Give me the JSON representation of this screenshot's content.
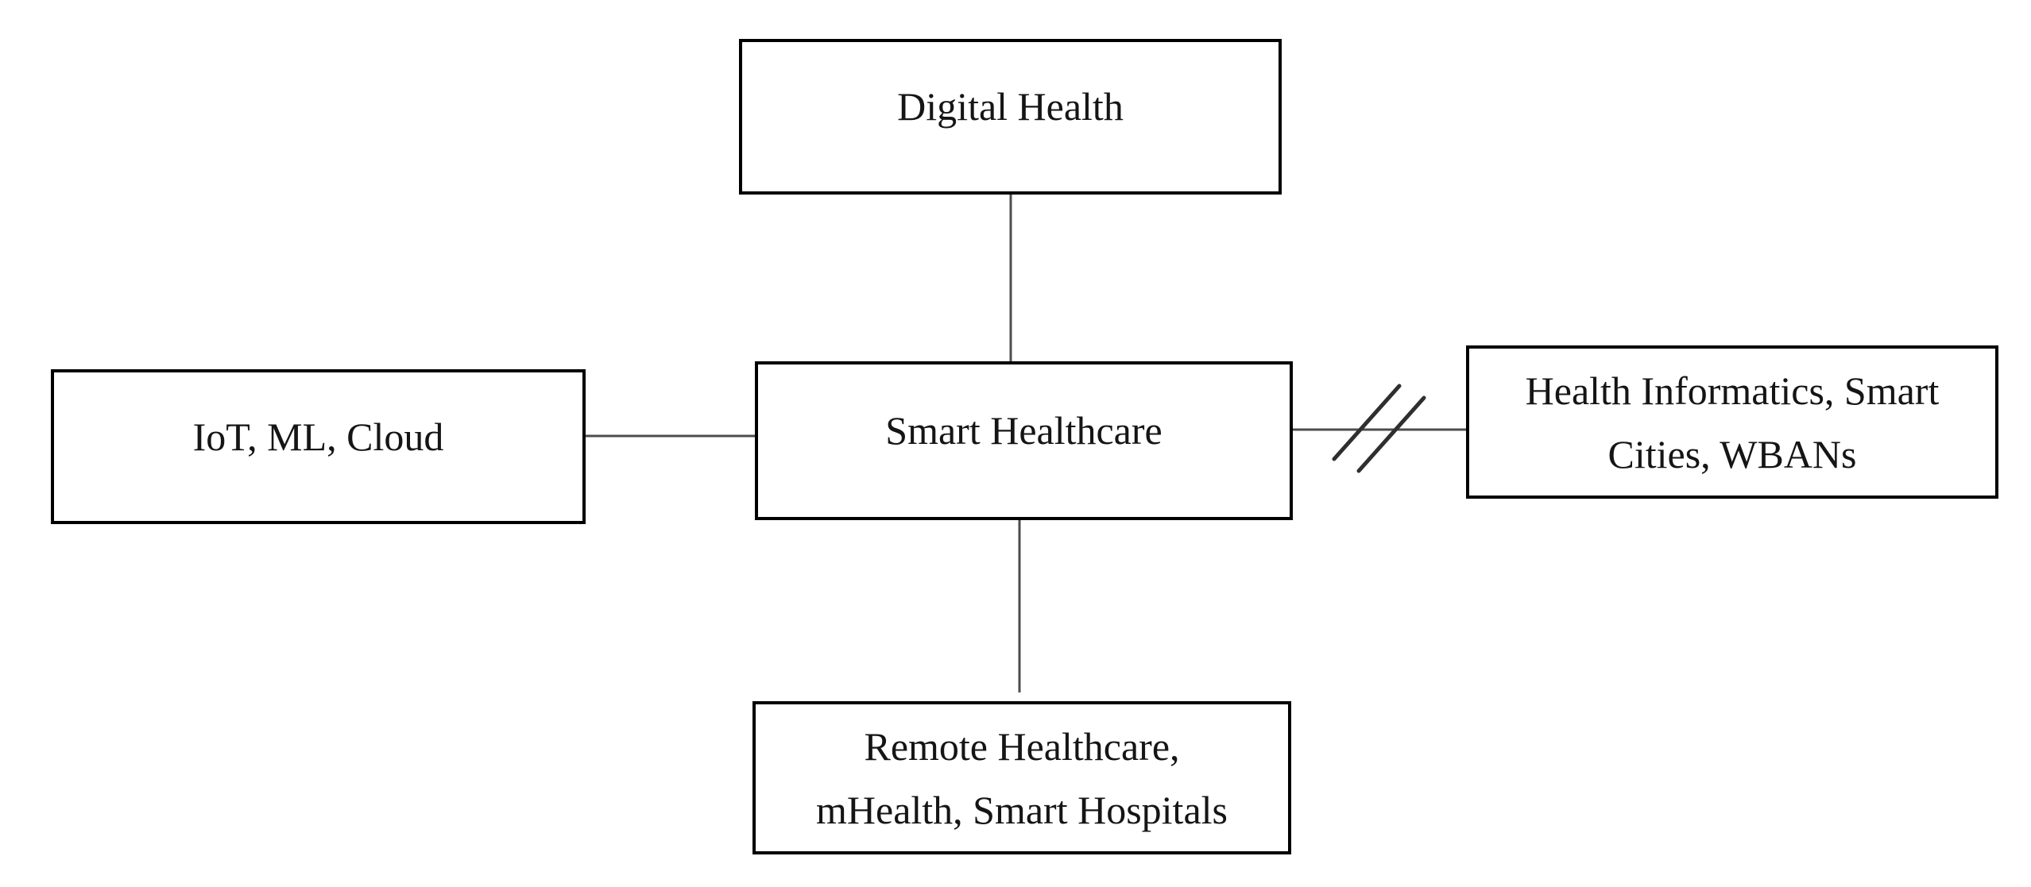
{
  "figure": {
    "title": "Smart healthcare relationship diagram",
    "background_color": "#ffffff",
    "colors": {
      "box_border": "#000000",
      "box_fill": "#ffffff",
      "text": "#151515",
      "connector": "#4d4d4d",
      "break_mark": "#2f2f2f"
    },
    "nodes": {
      "top": {
        "label": "Digital Health"
      },
      "center": {
        "label": "Smart Healthcare"
      },
      "left": {
        "label": "IoT, ML, Cloud"
      },
      "right": {
        "label": "Health Informatics, Smart\nCities, WBANs"
      },
      "bottom": {
        "label": "Remote Healthcare,\nmHealth, Smart Hospitals"
      }
    },
    "edges": [
      {
        "from": "top",
        "to": "center",
        "style": "plain"
      },
      {
        "from": "left",
        "to": "center",
        "style": "plain"
      },
      {
        "from": "center",
        "to": "right",
        "style": "double-slash-break"
      },
      {
        "from": "center",
        "to": "bottom",
        "style": "plain"
      }
    ]
  }
}
